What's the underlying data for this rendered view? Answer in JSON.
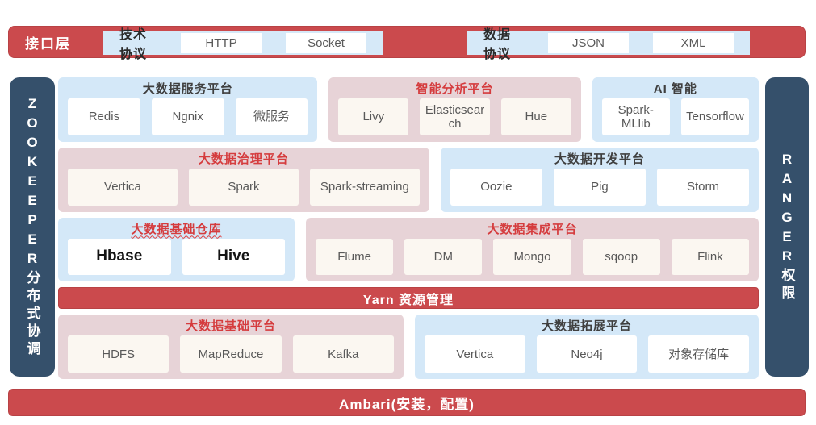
{
  "colors": {
    "bar_red": "#cb4a4d",
    "rail_navy": "#35506b",
    "panel_blue": "#d4e8f8",
    "panel_pink": "#e7d3d7",
    "title_red": "#d53c3e"
  },
  "top_bar": {
    "label": "接口层",
    "groups": [
      {
        "title": "技术协议",
        "items": [
          "HTTP",
          "Socket"
        ]
      },
      {
        "title": "数据协议",
        "items": [
          "JSON",
          "XML"
        ]
      }
    ]
  },
  "left_rail": {
    "label": "ZOOKEEPER分布式协调"
  },
  "right_rail": {
    "label": "RANGER权限"
  },
  "rows": [
    [
      {
        "title": "大数据服务平台",
        "items": [
          "Redis",
          "Ngnix",
          "微服务"
        ]
      },
      {
        "title": "智能分析平台",
        "items": [
          "Livy",
          "Elasticsearch",
          "Hue"
        ]
      },
      {
        "title": "AI 智能",
        "items": [
          "Spark-MLlib",
          "Tensorflow"
        ]
      }
    ],
    [
      {
        "title": "大数据治理平台",
        "items": [
          "Vertica",
          "Spark",
          "Spark-streaming"
        ]
      },
      {
        "title": "大数据开发平台",
        "items": [
          "Oozie",
          "Pig",
          "Storm"
        ]
      }
    ],
    [
      {
        "title": "大数据基础仓库",
        "items": [
          "Hbase",
          "Hive"
        ]
      },
      {
        "title": "大数据集成平台",
        "items": [
          "Flume",
          "DM",
          "Mongo",
          "sqoop",
          "Flink"
        ]
      }
    ],
    [
      {
        "title": "大数据基础平台",
        "items": [
          "HDFS",
          "MapReduce",
          "Kafka"
        ]
      },
      {
        "title": "大数据拓展平台",
        "items": [
          "Vertica",
          "Neo4j",
          "对象存储库"
        ]
      }
    ]
  ],
  "yarn_bar": {
    "label": "Yarn 资源管理"
  },
  "bottom_bar": {
    "label": "Ambari(安装，配置)"
  }
}
